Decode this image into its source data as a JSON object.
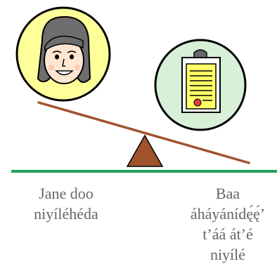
{
  "captions": {
    "left": [
      "Jane doo",
      "niyíléhéda"
    ],
    "right": [
      "Baa",
      "áháyánídę́ę́’",
      "t’áá át’é",
      "niyílé"
    ]
  },
  "icons": {
    "person": "person-portrait-icon",
    "document": "clipboard-document-icon"
  },
  "colors": {
    "ground": "#22a05a",
    "beam": "#a0522d",
    "fulcrum": "#a0522d",
    "person_circle": "#ffff99",
    "document_circle": "#d7f0d7",
    "caption_text": "#666666"
  }
}
